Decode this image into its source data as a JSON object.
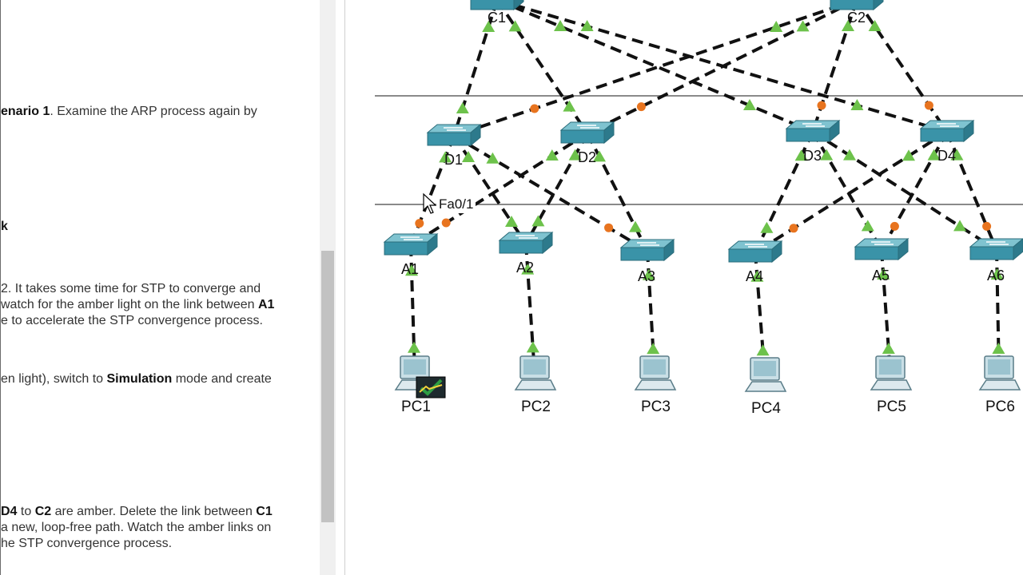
{
  "instructions": {
    "p1_a": "enario 1",
    "p1_b": ". Examine the ARP process again by",
    "heading_k": "k",
    "p2_line1": "2. It takes some time for STP to converge and",
    "p2_line2_a": "watch for the amber light on the link between ",
    "p2_line2_b": "A1",
    "p2_line3": "e to accelerate the STP convergence process.",
    "p3_a": "en light), switch to ",
    "p3_b": "Simulation",
    "p3_c": " mode and create",
    "p4_line1_a": "D4",
    "p4_line1_b": " to ",
    "p4_line1_c": "C2",
    "p4_line1_d": " are amber. Delete the link between ",
    "p4_line1_e": "C1",
    "p4_line2": " a new, loop-free path. Watch the amber links on",
    "p4_line3": "he STP convergence process."
  },
  "topology": {
    "core": [
      {
        "id": "C1",
        "label": "C1"
      },
      {
        "id": "C2",
        "label": "C2"
      }
    ],
    "distribution": [
      {
        "id": "D1",
        "label": "D1"
      },
      {
        "id": "D2",
        "label": "D2"
      },
      {
        "id": "D3",
        "label": "D3"
      },
      {
        "id": "D4",
        "label": "D4"
      }
    ],
    "access": [
      {
        "id": "A1",
        "label": "A1"
      },
      {
        "id": "A2",
        "label": "A2"
      },
      {
        "id": "A3",
        "label": "A3"
      },
      {
        "id": "A4",
        "label": "A4"
      },
      {
        "id": "A5",
        "label": "A5"
      },
      {
        "id": "A6",
        "label": "A6"
      }
    ],
    "pcs": [
      {
        "id": "PC1",
        "label": "PC1"
      },
      {
        "id": "PC2",
        "label": "PC2"
      },
      {
        "id": "PC3",
        "label": "PC3"
      },
      {
        "id": "PC4",
        "label": "PC4"
      },
      {
        "id": "PC5",
        "label": "PC5"
      },
      {
        "id": "PC6",
        "label": "PC6"
      }
    ],
    "port_tooltip": "Fa0/1",
    "colors": {
      "link_up": "#6dc24b",
      "link_blocking": "#e8741f",
      "switch_body": "#3a93a8",
      "switch_top": "#7fc3d0",
      "pdu_success": "#2e9e44"
    }
  }
}
